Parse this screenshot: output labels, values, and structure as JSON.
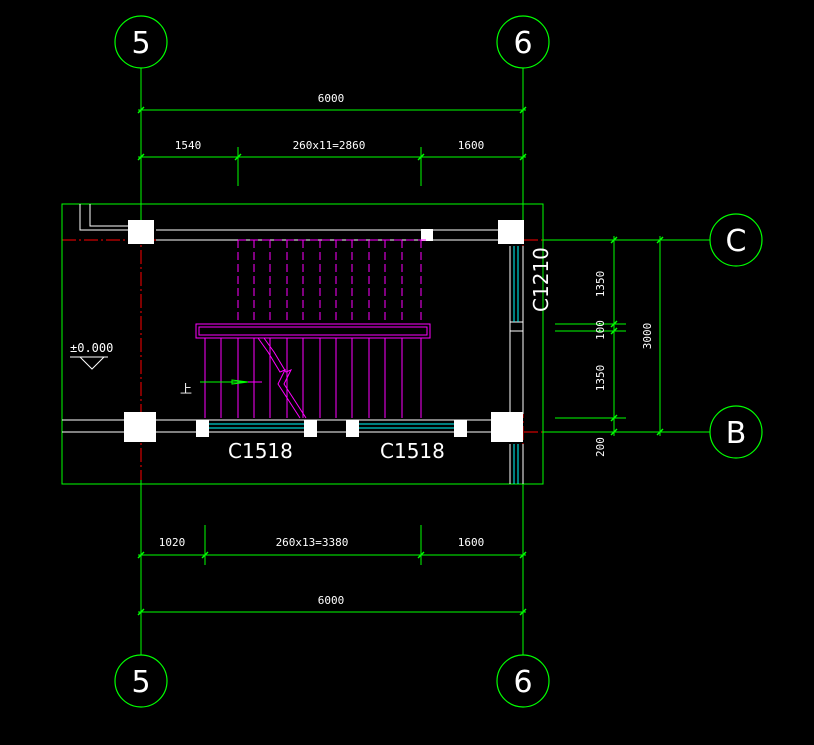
{
  "colors": {
    "background": "#000000",
    "dimension": "#00ff00",
    "wall": "#ffffff",
    "stair": "#ff00ff",
    "axis_line": "#ff0000",
    "window": "#00ffff"
  },
  "axes": {
    "col_left": "5",
    "col_right": "6",
    "row_top": "C",
    "row_bottom": "B"
  },
  "dimensions": {
    "top_total": "6000",
    "top_left": "1540",
    "top_mid": "260x11=2860",
    "top_right": "1600",
    "bottom_total": "6000",
    "bottom_left": "1020",
    "bottom_mid": "260x13=3380",
    "bottom_right": "1600",
    "right_upper": "1350",
    "right_mid": "100",
    "right_lower": "1350",
    "right_bottom": "200",
    "right_total": "3000"
  },
  "labels": {
    "window_left": "C1518",
    "window_right": "C1518",
    "window_side": "C1210",
    "level_mark": "±0.000",
    "up_mark": "上"
  },
  "icons": [
    "axis-bubble-icon",
    "level-triangle-icon",
    "up-arrow-icon"
  ]
}
